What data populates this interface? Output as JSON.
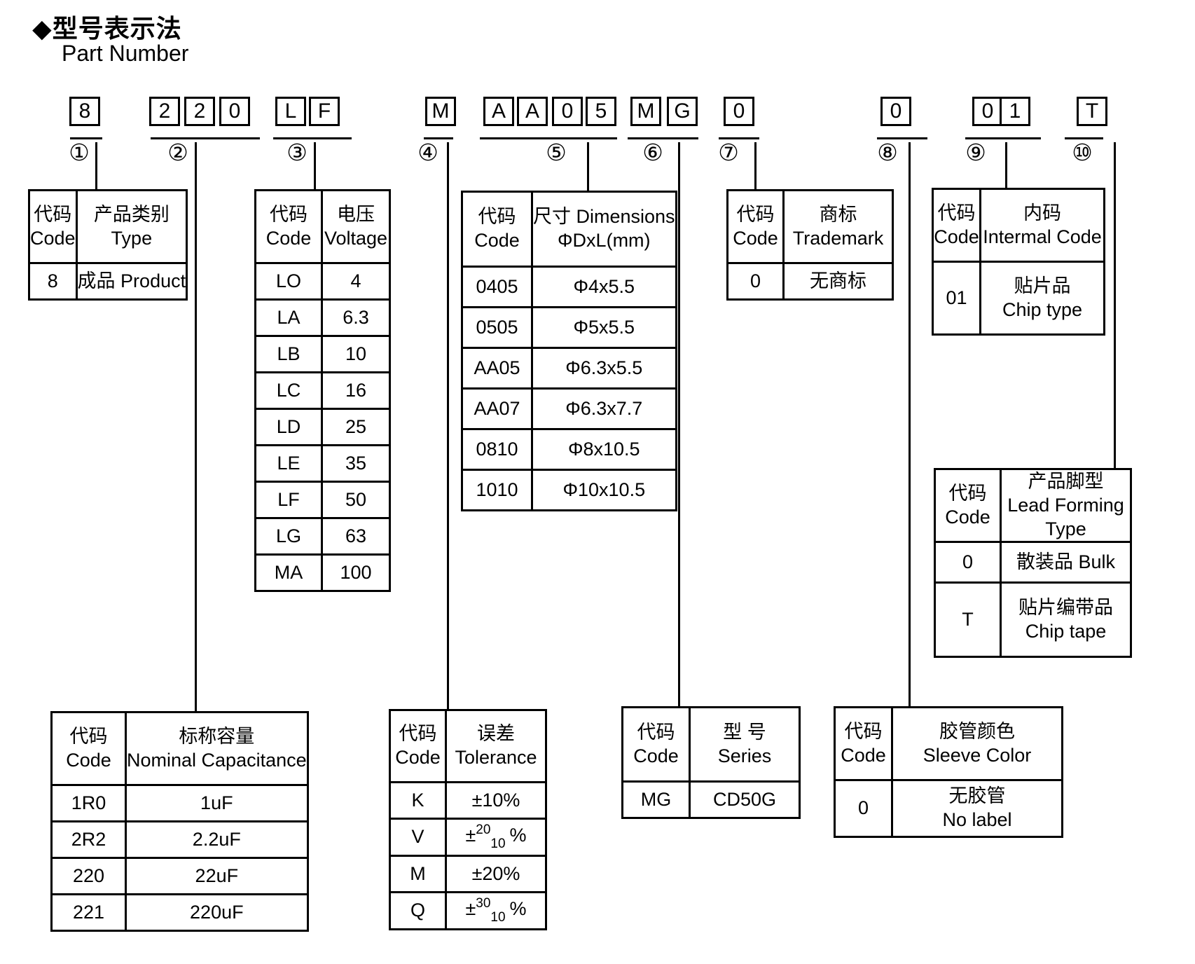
{
  "title": {
    "bullet": "◆",
    "cn": "型号表示法",
    "en": "Part Number"
  },
  "pn": {
    "groups": [
      {
        "chars": [
          "8"
        ]
      },
      {
        "chars": [
          "2",
          "2",
          "0"
        ]
      },
      {
        "chars": [
          "L",
          "F"
        ]
      },
      {
        "chars": [
          "M"
        ]
      },
      {
        "chars": [
          "A",
          "A",
          "0",
          "5"
        ]
      },
      {
        "chars": [
          "M",
          "G"
        ]
      },
      {
        "chars": [
          "0"
        ]
      },
      {
        "chars": [
          "0"
        ]
      },
      {
        "chars": [
          "0",
          "1"
        ]
      },
      {
        "chars": [
          "T"
        ]
      }
    ],
    "marks": [
      "①",
      "②",
      "③",
      "④",
      "⑤",
      "⑥",
      "⑦",
      "⑧",
      "⑨",
      "⑩"
    ]
  },
  "tables": {
    "type": {
      "header": {
        "col1": [
          "代码",
          "Code"
        ],
        "col2": [
          "产品类别",
          "Type"
        ]
      },
      "rows": [
        [
          "8",
          "成品 Product"
        ]
      ]
    },
    "voltage": {
      "header": {
        "col1": [
          "代码",
          "Code"
        ],
        "col2": [
          "电压",
          "Voltage"
        ]
      },
      "rows": [
        [
          "LO",
          "4"
        ],
        [
          "LA",
          "6.3"
        ],
        [
          "LB",
          "10"
        ],
        [
          "LC",
          "16"
        ],
        [
          "LD",
          "25"
        ],
        [
          "LE",
          "35"
        ],
        [
          "LF",
          "50"
        ],
        [
          "LG",
          "63"
        ],
        [
          "MA",
          "100"
        ]
      ]
    },
    "dimensions": {
      "header": {
        "col1": [
          "代码",
          "Code"
        ],
        "col2": [
          "尺寸 Dimensions",
          "ΦDxL(mm)"
        ]
      },
      "rows": [
        [
          "0405",
          "Φ4x5.5"
        ],
        [
          "0505",
          "Φ5x5.5"
        ],
        [
          "AA05",
          "Φ6.3x5.5"
        ],
        [
          "AA07",
          "Φ6.3x7.7"
        ],
        [
          "0810",
          "Φ8x10.5"
        ],
        [
          "1010",
          "Φ10x10.5"
        ]
      ]
    },
    "trademark": {
      "header": {
        "col1": [
          "代码",
          "Code"
        ],
        "col2": [
          "商标",
          "Trademark"
        ]
      },
      "rows": [
        [
          "0",
          "无商标"
        ]
      ]
    },
    "internal": {
      "header": {
        "col1": [
          "代码",
          "Code"
        ],
        "col2": [
          "内码",
          "Intermal Code"
        ]
      },
      "rows": [
        [
          "01",
          [
            "贴片品",
            "Chip type"
          ]
        ]
      ]
    },
    "lead": {
      "header": {
        "col1": [
          "代码",
          "Code"
        ],
        "col2": [
          "产品脚型",
          "Lead Forming",
          "Type"
        ]
      },
      "rows": [
        [
          "0",
          "散装品 Bulk"
        ],
        [
          "T",
          [
            "贴片编带品",
            "Chip tape"
          ]
        ]
      ]
    },
    "capacitance": {
      "header": {
        "col1": [
          "代码",
          "Code"
        ],
        "col2": [
          "标称容量",
          "Nominal Capacitance"
        ]
      },
      "rows": [
        [
          "1R0",
          "1uF"
        ],
        [
          "2R2",
          "2.2uF"
        ],
        [
          "220",
          "22uF"
        ],
        [
          "221",
          "220uF"
        ]
      ]
    },
    "tolerance": {
      "header": {
        "col1": [
          "代码",
          "Code"
        ],
        "col2": [
          "误差",
          "Tolerance"
        ]
      },
      "rows": [
        {
          "code": "K",
          "plain": "±10%"
        },
        {
          "code": "V",
          "pm": "±",
          "sup": "20",
          "sub": "10",
          "pct": "%"
        },
        {
          "code": "M",
          "plain": "±20%"
        },
        {
          "code": "Q",
          "pm": "±",
          "sup": "30",
          "sub": "10",
          "pct": "%"
        }
      ]
    },
    "series": {
      "header": {
        "col1": [
          "代码",
          "Code"
        ],
        "col2": [
          "型  号",
          "Series"
        ]
      },
      "rows": [
        [
          "MG",
          "CD50G"
        ]
      ]
    },
    "sleeve": {
      "header": {
        "col1": [
          "代码",
          "Code"
        ],
        "col2": [
          "胶管颜色",
          "Sleeve Color"
        ]
      },
      "rows": [
        [
          "0",
          [
            "无胶管",
            "No label"
          ]
        ]
      ]
    }
  }
}
